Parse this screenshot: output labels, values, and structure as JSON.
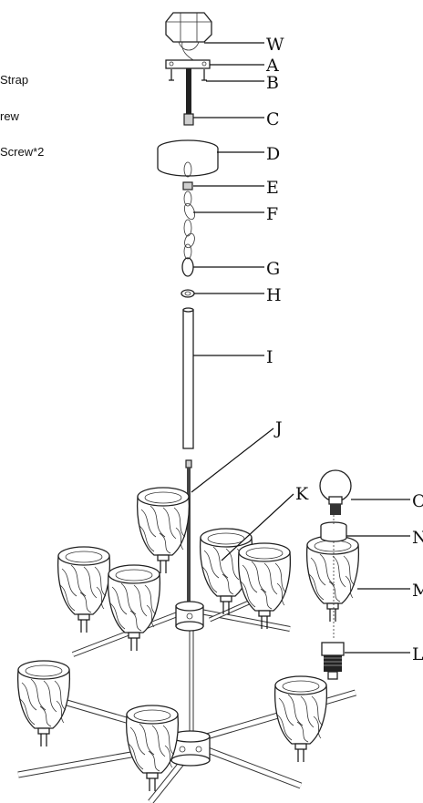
{
  "legend": {
    "items": [
      "Strap",
      "rew",
      "Screw*2"
    ]
  },
  "callouts": [
    "W",
    "A",
    "B",
    "C",
    "D",
    "E",
    "F",
    "G",
    "H",
    "I",
    "J",
    "K",
    "O",
    "N",
    "M",
    "L"
  ],
  "colors": {
    "line": "#111111",
    "fill": "#ffffff",
    "shade": "#cfcfcf"
  }
}
